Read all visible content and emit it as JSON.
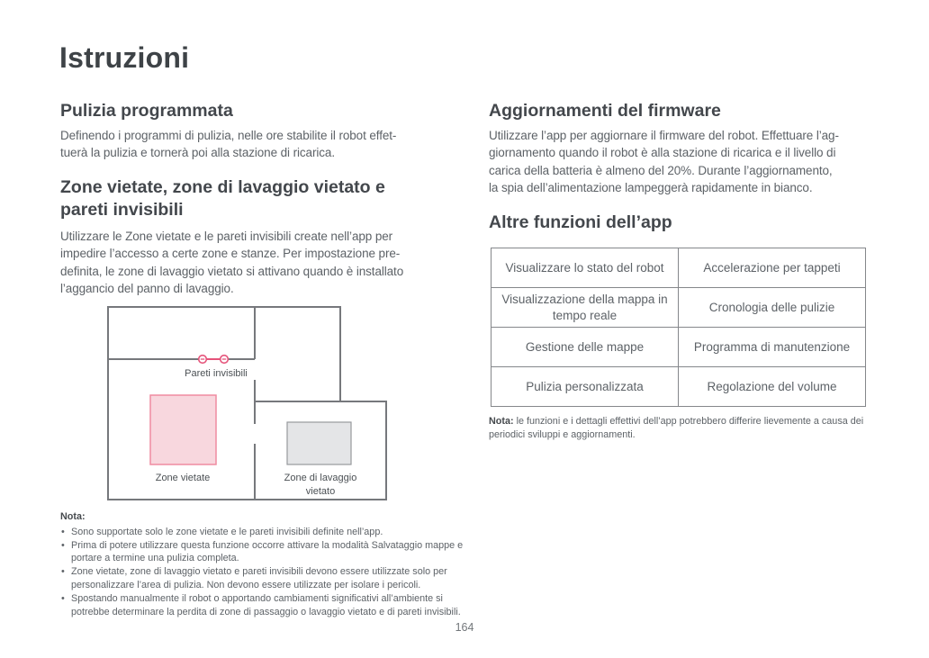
{
  "page": {
    "title": "Istruzioni",
    "number": "164"
  },
  "left_column": {
    "scheduled_cleaning": {
      "heading": "Pulizia programmata",
      "body": "Definendo i programmi di pulizia, nelle ore stabilite il robot effet-\ntuerà la pulizia e tornerà poi alla stazione di ricarica."
    },
    "zones": {
      "heading": "Zone vietate, zone di lavaggio vietato e\npareti invisibili",
      "body": "Utilizzare le Zone vietate e le pareti invisibili create nell’app per\nimpedire l’accesso a certe zone e stanze. Per impostazione pre-\ndefinita, le zone di lavaggio vietato si attivano quando è installato\nl’aggancio del panno di lavaggio."
    },
    "diagram": {
      "labels": {
        "invisible_walls": "Pareti invisibili",
        "no_go_zone": "Zone vietate",
        "no_mop_zone_line1": "Zone di lavaggio",
        "no_mop_zone_line2": "vietato"
      },
      "colors": {
        "wall": "#76787c",
        "accent_pink": "#e5537a",
        "no_go_fill": "#f8d7de",
        "no_go_border": "#ef8ca1",
        "no_mop_fill": "#e4e5e7",
        "no_mop_border": "#97999d"
      }
    },
    "note": {
      "label": "Nota:",
      "items": [
        "Sono supportate solo le zone vietate e le pareti invisibili definite nell’app.",
        "Prima di potere utilizzare questa funzione occorre attivare la modalità Salvataggio mappe e\nportare a termine una pulizia completa.",
        "Zone vietate, zone di lavaggio vietato e pareti invisibili devono essere utilizzate solo per\npersonalizzare l’area di pulizia. Non devono essere utilizzate per isolare i pericoli.",
        "Spostando manualmente il robot o apportando cambiamenti significativi all’ambiente si\npotrebbe determinare la perdita di zone di passaggio o lavaggio vietato e di pareti invisibili."
      ]
    }
  },
  "right_column": {
    "firmware": {
      "heading": "Aggiornamenti del firmware",
      "body": "Utilizzare l’app per aggiornare il firmware del robot. Effettuare l’ag-\ngiornamento quando il robot è alla stazione di ricarica e il livello di\ncarica della batteria è almeno del 20%. Durante l’aggiornamento,\nla spia dell’alimentazione lampeggerà rapidamente in bianco."
    },
    "app_functions": {
      "heading": "Altre funzioni dell’app",
      "table": {
        "rows": [
          [
            "Visualizzare lo stato del robot",
            "Accelerazione per tappeti"
          ],
          [
            "Visualizzazione della mappa in\ntempo reale",
            "Cronologia delle pulizie"
          ],
          [
            "Gestione delle mappe",
            "Programma di manutenzione"
          ],
          [
            "Pulizia personalizzata",
            "Regolazione del volume"
          ]
        ]
      },
      "note_label": "Nota:",
      "note_text": "le funzioni e i dettagli effettivi dell’app potrebbero differire lievemente a causa dei\nperiodici sviluppi e aggiornamenti."
    }
  }
}
